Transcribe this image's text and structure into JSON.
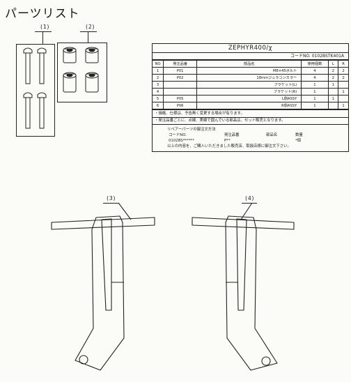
{
  "page": {
    "title": "パーツリスト"
  },
  "callouts": [
    "(1)",
    "(2)",
    "(3)",
    "(4)"
  ],
  "table": {
    "header": "ZEPHYR400/χ",
    "code_line": "コードNO. 0102BSTK401A",
    "columns": [
      "NO",
      "発注品番",
      "部品名",
      "使用個数",
      "L",
      "R"
    ],
    "rows": [
      {
        "no": "1",
        "part": "P01",
        "name": "M8×45ボルト",
        "qty": "4",
        "l": "2",
        "r": "2"
      },
      {
        "no": "2",
        "part": "P02",
        "name": "18mmジュラコンカラー",
        "qty": "4",
        "l": "2",
        "r": "2"
      },
      {
        "no": "3",
        "part": "",
        "name": "ブラケット(L)",
        "qty": "1",
        "l": "1",
        "r": ""
      },
      {
        "no": "4",
        "part": "",
        "name": "ブラケット(R)",
        "qty": "1",
        "l": "",
        "r": "1"
      },
      {
        "no": "5",
        "part": "P05",
        "name": "L側ASSY",
        "qty": "1",
        "l": "1",
        "r": ""
      },
      {
        "no": "6",
        "part": "P06",
        "name": "R側ASSY",
        "qty": "1",
        "l": "",
        "r": "1"
      }
    ],
    "notes": [
      "・価格、仕様は、予告無く変更する場合が有ります。",
      "・発注品番ごとに、点線、実線で囲んでいる部品は、セット販売となります。"
    ],
    "repair": {
      "title": "リペアーパーツの御注文方法",
      "headers": [
        "コードNO.",
        "発注品番",
        "部品名",
        "数量"
      ],
      "values": [
        "0102BS******",
        "P**",
        "",
        "*個"
      ],
      "footer": "以上の内容を、ご購入いただきました販売店、取扱店様に御注文下さい。"
    }
  }
}
